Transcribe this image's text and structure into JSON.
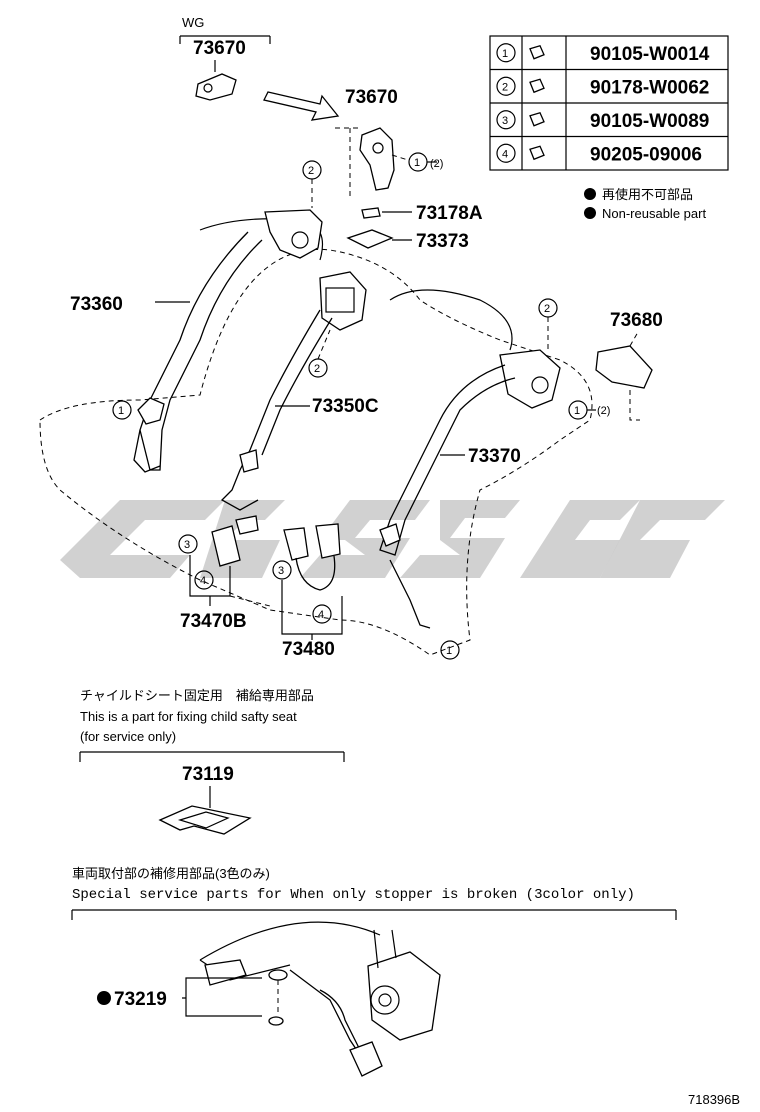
{
  "parts": {
    "wg_label": "WG",
    "p73670_wg": "73670",
    "p73670": "73670",
    "p73178A": "73178A",
    "p73373": "73373",
    "p73360": "73360",
    "p73350C": "73350C",
    "p73680": "73680",
    "p73370": "73370",
    "p73470B": "73470B",
    "p73480": "73480",
    "p73119": "73119",
    "p73219": "73219"
  },
  "fastener_table": {
    "rows": [
      {
        "num": "1",
        "part": "90105-W0014"
      },
      {
        "num": "2",
        "part": "90178-W0062"
      },
      {
        "num": "3",
        "part": "90105-W0089"
      },
      {
        "num": "4",
        "part": "90205-09006"
      }
    ]
  },
  "legend": {
    "jp": "再使用不可部品",
    "en": "Non-reusable part"
  },
  "callouts": {
    "c1": "1",
    "c2": "2",
    "c3": "3",
    "c4": "4",
    "paren2": "(2)"
  },
  "child_seat": {
    "jp": "チャイルドシート固定用　補給専用部品",
    "en1": "This is a part for fixing child safty seat",
    "en2": "(for service only)"
  },
  "special": {
    "jp": "車両取付部の補修用部品(3色のみ)",
    "en": "Special   service   parts   for   When   only   stopper   is   broken   (3color   only)"
  },
  "footer": {
    "code": "718396B"
  },
  "colors": {
    "watermark": "#c9c9c9",
    "line": "#000000"
  }
}
